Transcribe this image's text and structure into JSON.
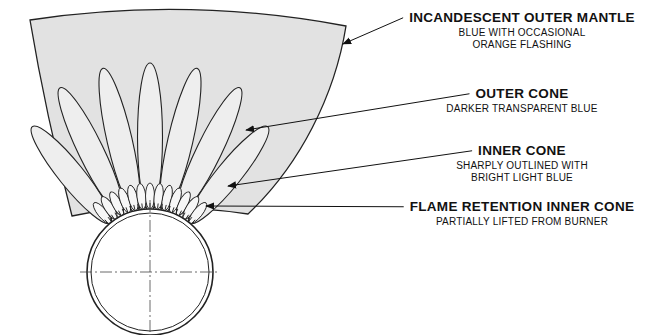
{
  "diagram": {
    "labels": [
      "INCANDESCENT OUTER MANTLE",
      "BLUE WITH OCCASIONAL ORANGE FLASHING",
      "OUTER CONE",
      "DARKER TRANSPARENT BLUE",
      "INNER CONE",
      "SHARPLY OUTLINED WITH BRIGHT LIGHT BLUE",
      "FLAME RETENTION INNER CONE",
      "PARTIALLY LIFTED FROM BURNER"
    ]
  }
}
